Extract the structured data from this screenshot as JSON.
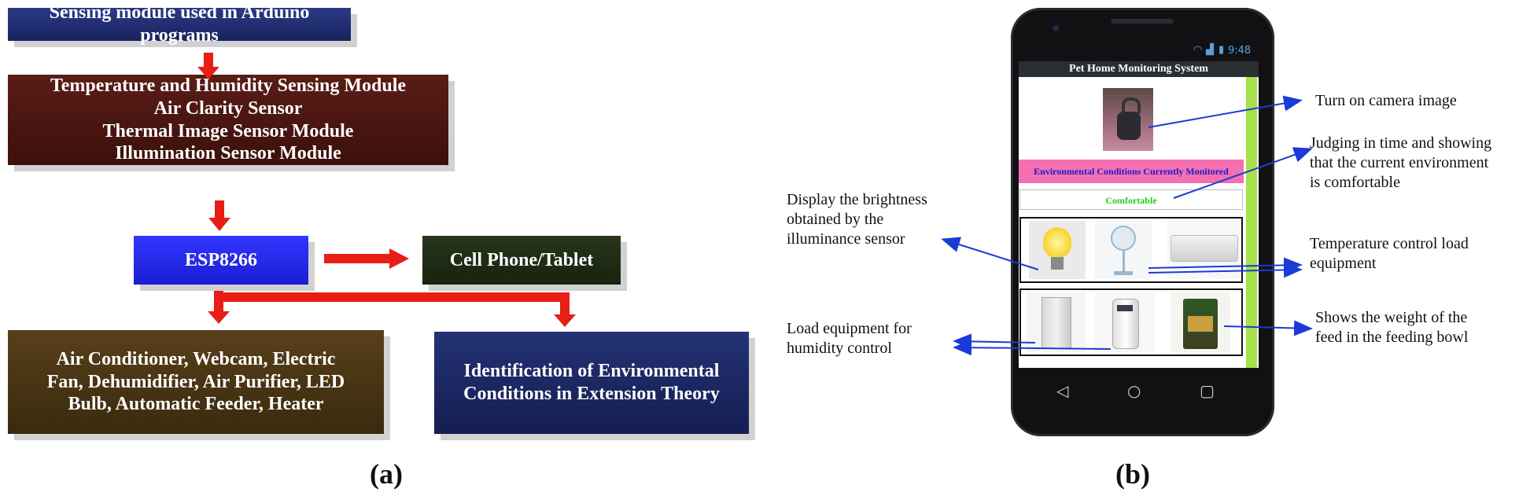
{
  "panel_a": {
    "caption": "(a)",
    "sensing_module": "Sensing module used in Arduino programs",
    "sensors_box": "Temperature and Humidity Sensing Module\nAir Clarity Sensor\nThermal Image Sensor Module\nIllumination Sensor Module",
    "controller": "ESP8266",
    "phone_tablet": "Cell Phone/Tablet",
    "loads_box": "Air Conditioner, Webcam, Electric\nFan, Dehumidifier, Air Purifier, LED\nBulb, Automatic Feeder, Heater",
    "extension_box": "Identification of Environmental\nConditions in Extension Theory"
  },
  "panel_b": {
    "caption": "(b)",
    "status_time": "9:48",
    "app_title": "Pet Home Monitoring System",
    "conditions_header": "Environmental Conditions Currently Monitored",
    "comfort_value": "Comfortable",
    "annotations": {
      "camera": "Turn on camera image",
      "judging": "Judging in time and showing\nthat the current environment\nis comfortable",
      "brightness": "Display the brightness\nobtained by the\nilluminance sensor",
      "temperature": "Temperature control load\nequipment",
      "humidity": "Load equipment for\nhumidity control",
      "feed": "Shows the weight of the\nfeed in the feeding bowl"
    }
  },
  "colors": {
    "navy": "#1b2a6b",
    "maroon": "#4a1410",
    "blue": "#1e22e0",
    "dark_green": "#1e2a14",
    "olive_brown": "#4a3512",
    "arrow_red": "#e81e16",
    "annotation_blue": "#1a3bd6",
    "pink": "#f36fb0",
    "lime": "#a6e14a"
  }
}
